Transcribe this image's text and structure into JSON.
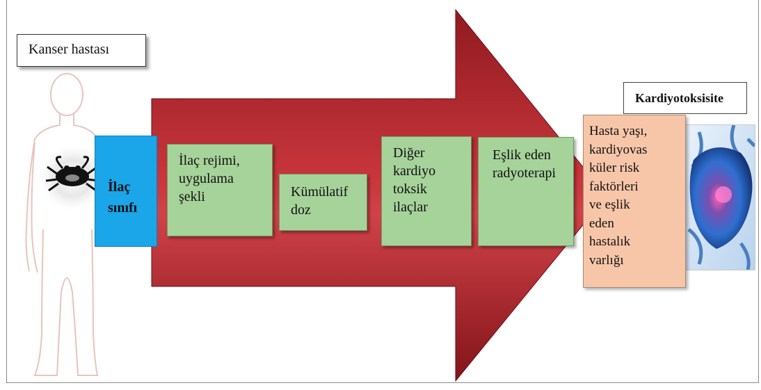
{
  "patient": {
    "label": "Kanser hastası",
    "icon": "cancer-crab-icon"
  },
  "drug_class": {
    "line1": "İlaç",
    "line2": "sınıfı"
  },
  "factors": {
    "regimen": [
      "İlaç rejimi,",
      "uygulama",
      "şekli"
    ],
    "cumulative_dose": [
      "Kümülatif",
      "doz"
    ],
    "other_drugs": [
      "Diğer",
      "kardiyo",
      "toksik",
      "ilaçlar"
    ],
    "radiotherapy": [
      "Eşlik eden",
      "radyoterapi"
    ]
  },
  "risk_factors": [
    "Hasta yaşı,",
    "kardiyovas",
    "küler risk",
    "faktörleri",
    "ve eşlik",
    "eden",
    "hastalık",
    "varlığı"
  ],
  "outcome": {
    "label": "Kardiyotoksisite",
    "image": "heart-icon"
  },
  "colors": {
    "arrow": "#9c1f26",
    "drug_class": "#1aa6e8",
    "factor_box": "#a6d39a",
    "risk_box": "#f7c6a8"
  }
}
